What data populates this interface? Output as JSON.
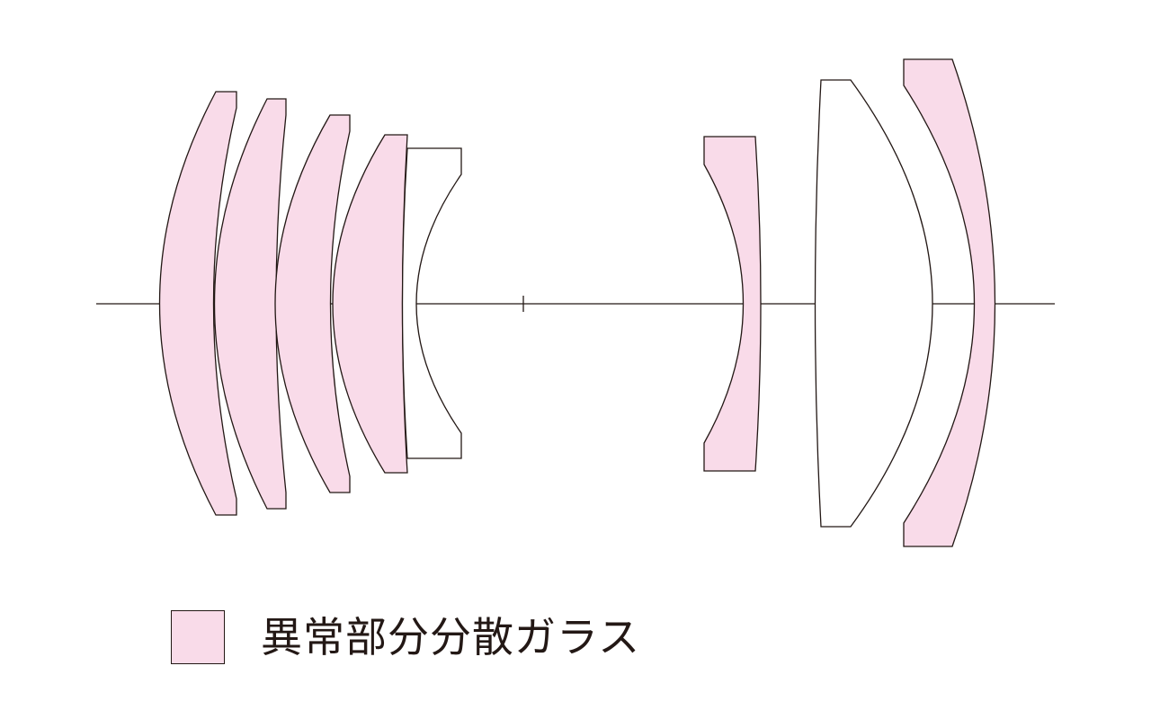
{
  "colors": {
    "ed_glass": "#f9dbe9",
    "normal_glass": "#ffffff",
    "outline": "#231815"
  },
  "legend": {
    "label": "異常部分分散ガラス"
  },
  "lenses": [
    {
      "id": "front-1",
      "glass": "ed"
    },
    {
      "id": "front-2",
      "glass": "ed"
    },
    {
      "id": "front-3",
      "glass": "ed"
    },
    {
      "id": "front-4",
      "glass": "ed"
    },
    {
      "id": "front-5",
      "glass": "normal"
    },
    {
      "id": "rear-1",
      "glass": "ed"
    },
    {
      "id": "rear-2",
      "glass": "normal"
    },
    {
      "id": "rear-3",
      "glass": "ed"
    }
  ]
}
